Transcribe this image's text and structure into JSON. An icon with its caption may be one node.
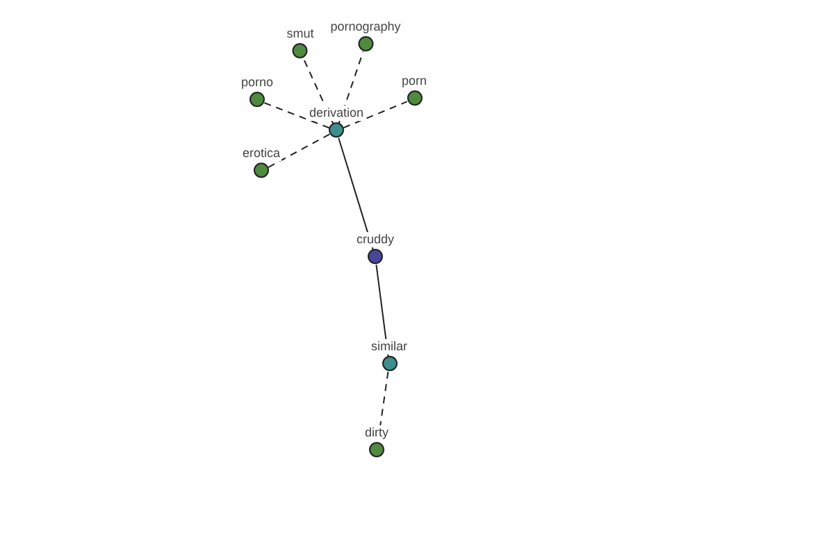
{
  "diagram": {
    "nodes": [
      {
        "text": [
          "derivation"
        ]
      },
      {
        "text": [
          "smut"
        ]
      },
      {
        "text": [
          "pornography"
        ]
      },
      {
        "text": [
          "porno"
        ]
      },
      {
        "text": [
          "porn"
        ]
      },
      {
        "text": [
          "erotica"
        ]
      },
      {
        "text": [
          "cruddy"
        ]
      },
      {
        "text": [
          "similar"
        ]
      },
      {
        "text": [
          "dirty"
        ]
      }
    ],
    "edges": [
      {
        "from": 0,
        "to": 1,
        "arrow": "none",
        "style": "dashed"
      },
      {
        "from": 0,
        "to": 2,
        "arrow": "none",
        "style": "dashed"
      },
      {
        "from": 0,
        "to": 3,
        "arrow": "none",
        "style": "dashed"
      },
      {
        "from": 0,
        "to": 4,
        "arrow": "none",
        "style": "dashed"
      },
      {
        "from": 0,
        "to": 5,
        "arrow": "none",
        "style": "dashed"
      },
      {
        "from": 0,
        "to": 6,
        "arrow": "none"
      },
      {
        "from": 6,
        "to": 7,
        "arrow": "none"
      },
      {
        "from": 7,
        "to": 8,
        "arrow": "none",
        "style": "dashed"
      }
    ]
  }
}
